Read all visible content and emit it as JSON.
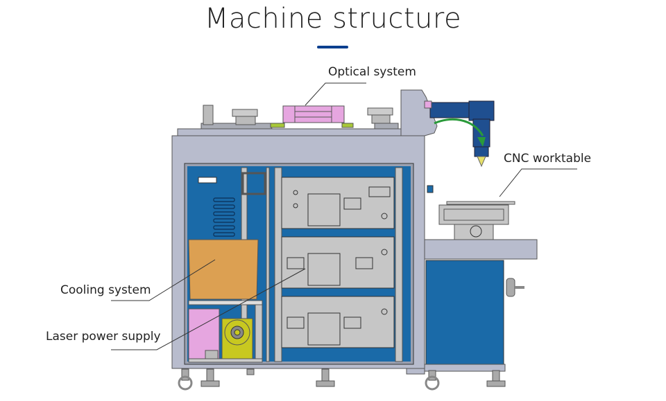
{
  "title": "Machine structure",
  "colors": {
    "accent": "#0b3f8f",
    "frame": "#b8bccd",
    "panel_blue": "#1a6aa8",
    "module_gray": "#c6c6c6",
    "cooling": "#dca052",
    "pink": "#e6a6e0",
    "yellow": "#c8c820"
  },
  "labels": {
    "optical_system": "Optical system",
    "cnc_worktable": "CNC worktable",
    "cooling_system": "Cooling system",
    "laser_power_supply": "Laser power supply"
  }
}
